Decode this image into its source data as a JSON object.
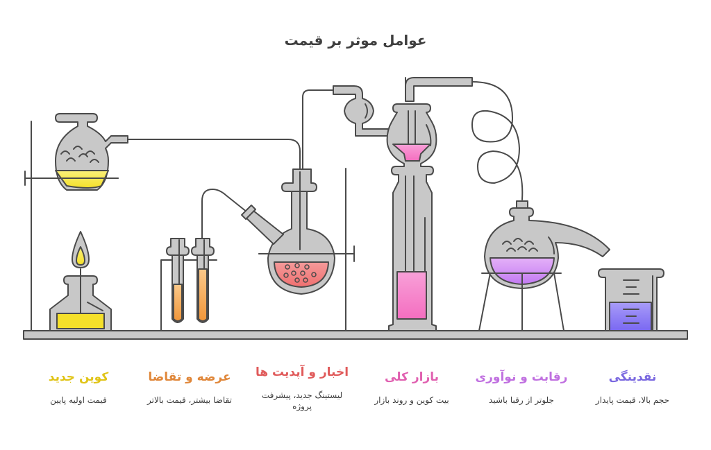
{
  "title": "عوامل موثر بر قیمت",
  "colors": {
    "outline": "#4a4a4a",
    "glass": "#c8c8c8",
    "yellow": "#f5e02a",
    "orange": "#f09a3e",
    "red": "#f07a7a",
    "pink": "#f472c0",
    "purple": "#d58af5",
    "blue": "#8a7af5"
  },
  "factors": [
    {
      "id": "new-coin",
      "title": "کوین جدید",
      "description": "قیمت اولیه پایین",
      "color": "#e0c418",
      "apparatus": "burner"
    },
    {
      "id": "supply-demand",
      "title": "عرضه و تقاضا",
      "description": "تقاضا بیشتر، قیمت بالاتر",
      "color": "#e0873a",
      "apparatus": "test-tubes"
    },
    {
      "id": "news-updates",
      "title": "اخبار و آپدیت ها",
      "description": "لیستینگ جدید، پیشرفت پروژه",
      "color": "#e05a5a",
      "apparatus": "round-flask"
    },
    {
      "id": "overall-market",
      "title": "بازار کلی",
      "description": "بیت کوین و روند بازار",
      "color": "#e060b0",
      "apparatus": "column"
    },
    {
      "id": "competition-innovation",
      "title": "رقابت و نوآوری",
      "description": "جلوتر از رقبا باشید",
      "color": "#c070e0",
      "apparatus": "retort"
    },
    {
      "id": "liquidity",
      "title": "نقدینگی",
      "description": "حجم بالا، قیمت پایدار",
      "color": "#7a68e0",
      "apparatus": "beaker"
    }
  ]
}
